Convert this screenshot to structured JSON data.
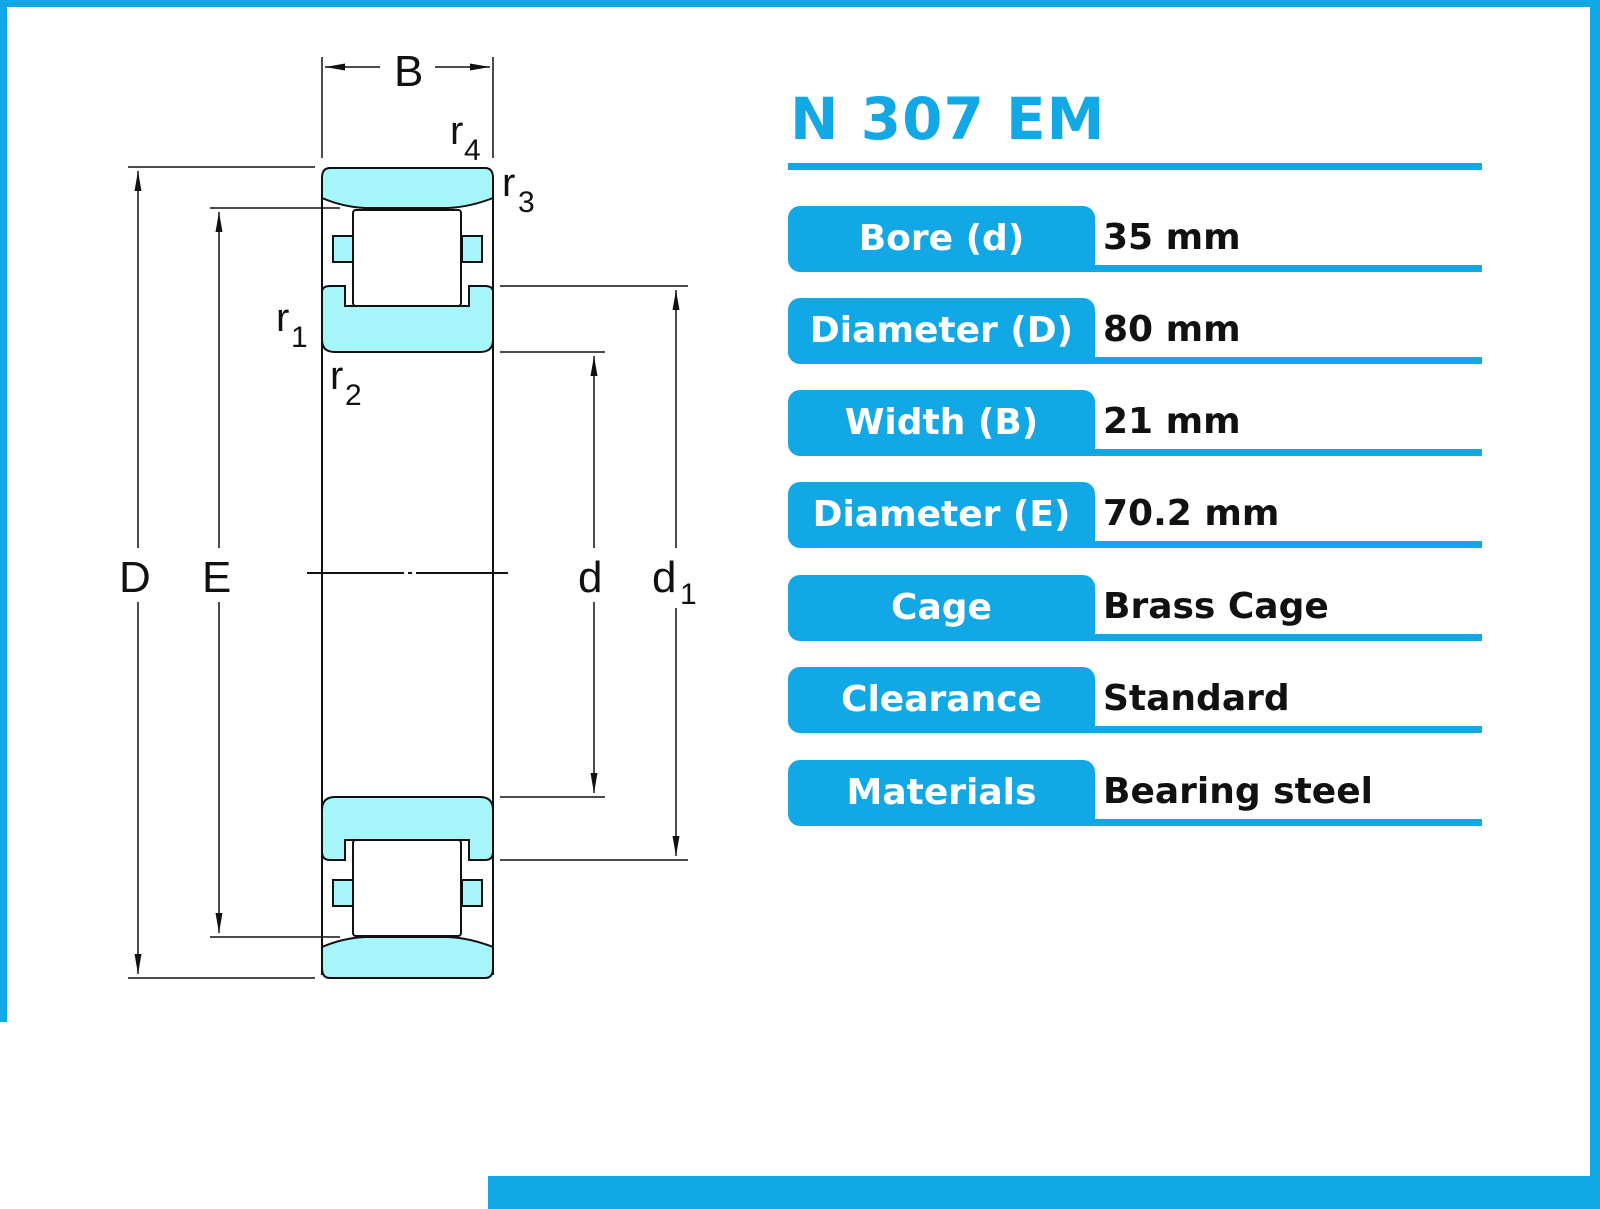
{
  "colors": {
    "accent": "#12a8e6",
    "ring_fill": "#a5f5fb",
    "line": "#111111",
    "text": "#111111",
    "label_text": "#ffffff"
  },
  "product": {
    "title": "N 307 EM"
  },
  "drawing": {
    "labels": {
      "B": "B",
      "D": "D",
      "E": "E",
      "d": "d",
      "d1_main": "d",
      "d1_sub": "1",
      "r1_main": "r",
      "r1_sub": "1",
      "r2_main": "r",
      "r2_sub": "2",
      "r3_main": "r",
      "r3_sub": "3",
      "r4_main": "r",
      "r4_sub": "4"
    }
  },
  "specs": [
    {
      "label": "Bore (d)",
      "value": "35 mm"
    },
    {
      "label": "Diameter (D)",
      "value": "80 mm"
    },
    {
      "label": "Width (B)",
      "value": "21 mm"
    },
    {
      "label": "Diameter (E)",
      "value": "70.2 mm"
    },
    {
      "label": "Cage",
      "value": "Brass Cage"
    },
    {
      "label": "Clearance",
      "value": "Standard"
    },
    {
      "label": "Materials",
      "value": "Bearing steel"
    }
  ]
}
